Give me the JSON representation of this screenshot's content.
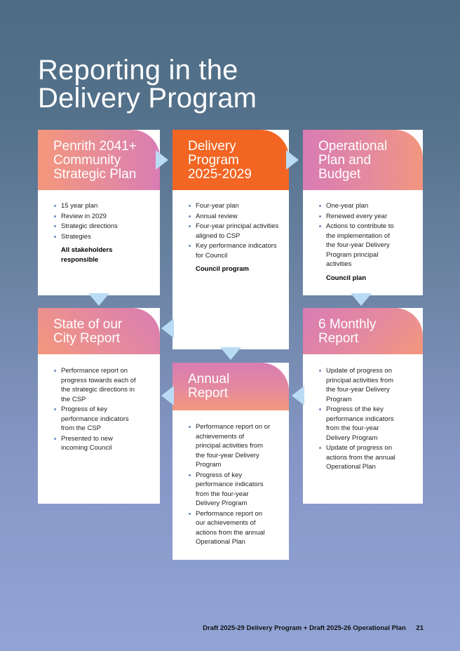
{
  "page": {
    "title_line1": "Reporting in the",
    "title_line2": "Delivery Program",
    "footer_text": "Draft 2025-29 Delivery Program + Draft 2025-26 Operational Plan",
    "page_number": "21"
  },
  "colors": {
    "orange": "#f26522",
    "pink": "#d97cb4",
    "peach": "#f4977c",
    "arrow": "#b9dcf4",
    "background_top": "#4d6c84",
    "background_bottom": "#92a4d6"
  },
  "cards": {
    "csp": {
      "title_lines": [
        "Penrith 2041+",
        "Community",
        "Strategic Plan"
      ],
      "items": [
        "15 year plan",
        "Review in 2029",
        "Strategic directions",
        "Strategies"
      ],
      "note_lines": [
        "All stakeholders",
        "responsible"
      ]
    },
    "delivery": {
      "title_lines": [
        "Delivery",
        "Program",
        "2025-2029"
      ],
      "items": [
        "Four-year plan",
        "Annual review",
        "Four-year principal activities aligned to CSP",
        "Key performance indicators for Council"
      ],
      "note": "Council program"
    },
    "operational": {
      "title_lines": [
        "Operational",
        "Plan and",
        "Budget"
      ],
      "items": [
        "One-year plan",
        "Renewed every year",
        "Actions to contribute to the implementation of the four-year Delivery Program principal activities"
      ],
      "note": "Council plan"
    },
    "state_city": {
      "title_lines": [
        "State of our",
        "City Report"
      ],
      "items": [
        "Performance report on progress towards each of the strategic directions in the CSP",
        "Progress of key performance indicators from the CSP",
        "Presented to new incoming Council"
      ]
    },
    "monthly": {
      "title_lines": [
        "6 Monthly",
        "Report"
      ],
      "items": [
        "Update of progress on principal activities from the four-year Delivery Program",
        "Progress of the key performance indicators from the four-year Delivery Program",
        "Update of progress on actions from the annual Operational Plan"
      ]
    },
    "annual": {
      "title_lines": [
        "Annual",
        "Report"
      ],
      "items": [
        "Performance report on or achievements of principal activities from the four-year Delivery Program",
        "Progress of key performance indicators from the four-year Delivery Program",
        "Performance report on our achievements of actions from the annual Operational Plan"
      ]
    }
  }
}
